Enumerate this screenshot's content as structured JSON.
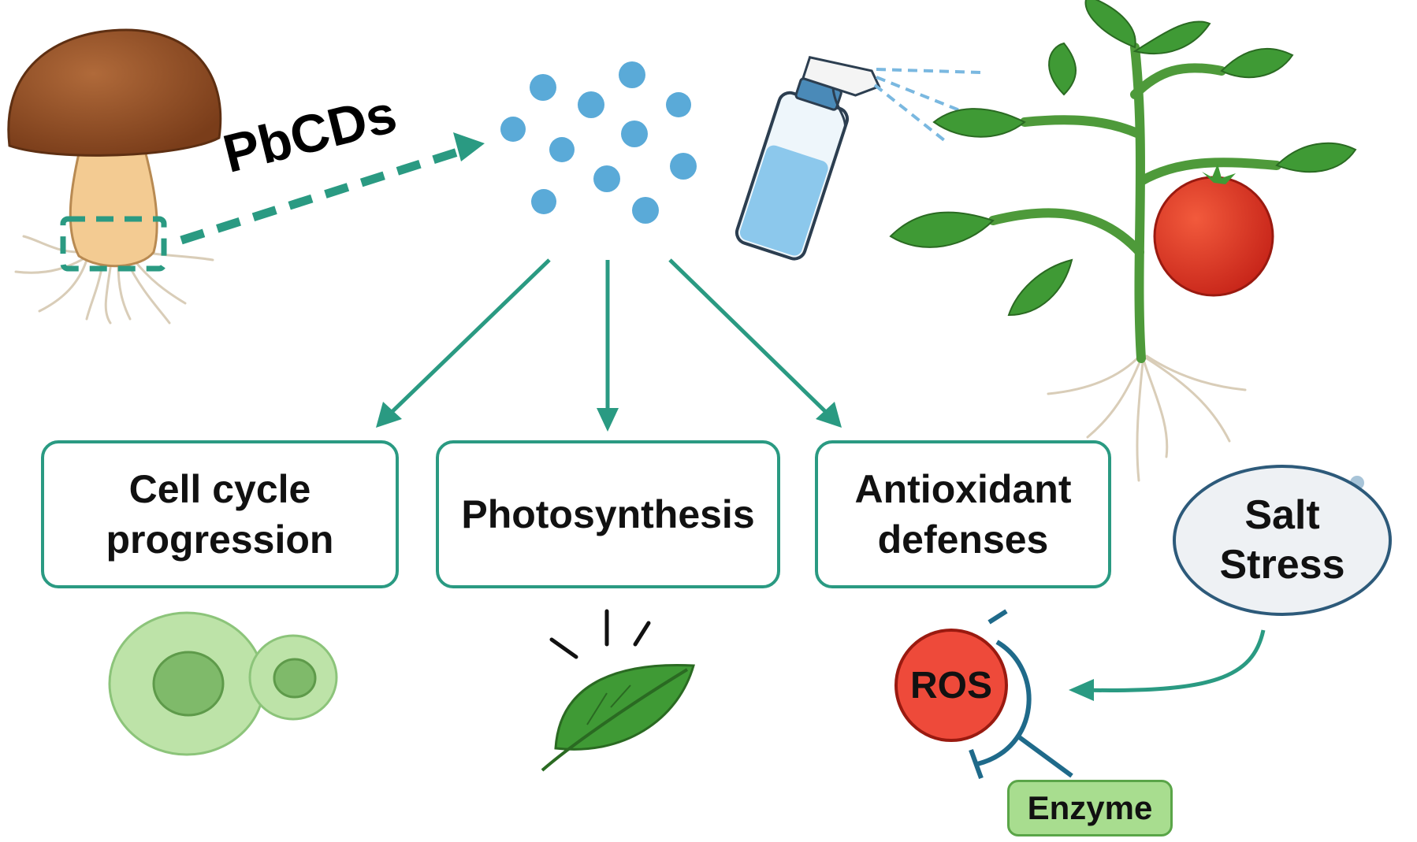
{
  "labels": {
    "source": "PbCDs",
    "box1": "Cell cycle\nprogression",
    "box2": "Photosynthesis",
    "box3": "Antioxidant\ndefenses",
    "stress": "Salt\nStress",
    "ros": "ROS",
    "enzyme": "Enzyme"
  },
  "colors": {
    "accent": "#2a9a82",
    "dot": "#5aaad8",
    "ros": "#ee4a3a",
    "enzyme": "#a8dd8f",
    "leaf": "#3f9a35",
    "tomato": "#e03a22",
    "mushroom_cap": "#8b4a22",
    "inhibition": "#1f6a8a"
  },
  "icons": [
    "mushroom-icon",
    "spray-bottle-icon",
    "tomato-plant-icon",
    "cell-icon",
    "leaf-icon"
  ]
}
